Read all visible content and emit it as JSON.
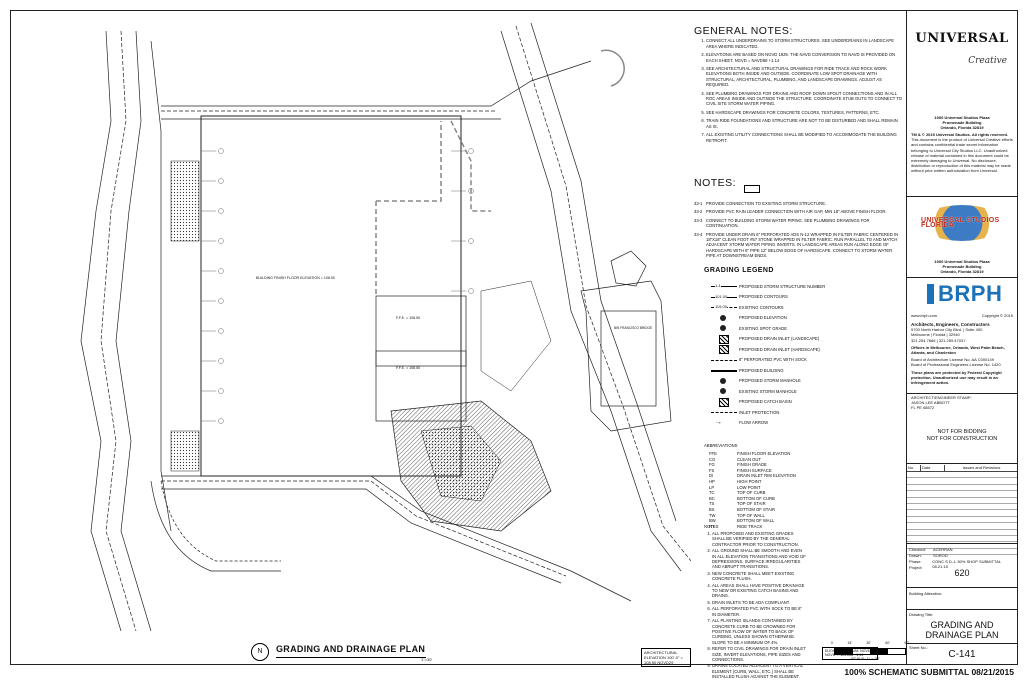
{
  "general_notes": {
    "title": "GENERAL NOTES:",
    "items": [
      "CONNECT ALL UNDERDRAINS TO STORM STRUCTURES. SEE UNDERDRAINS IN LANDSCAPE AREA WHERE INDICATED.",
      "ELEVATIONS ARE BASED ON NGVD 1929. THE NAVD CONVERSION TO NAVD IS PROVIDED ON EACH SHEET. NGVD = NAVD88 +1.14",
      "SEE ARCHITECTURAL AND STRUCTURAL DRAWINGS FOR RIDE TRACK AND ROCK WORK ELEVATIONS BOTH INSIDE AND OUTSIDE. COORDINATE LOW SPOT DRAINAGE WITH STRUCTURAL, ARCHITECTURAL, PLUMBING, AND LANDSCAPE DRAWINGS. ADJUST AS REQUIRED.",
      "SEE PLUMBING DRAWINGS FOR DRAINS AND ROOF DOWN SPOUT CONNECTIONS AND IN ALL ROC AREAS INSIDE AND OUTSIDE THE STRUCTURE. COORDINATE STUB OUTS TO CONNECT TO CIVIL SITE STORM WATER PIPING.",
      "SEE HARDSCAPE DRAWINGS FOR CONCRETE COLORS, TEXTURES, PATTERNS, ETC.",
      "TRAIN RIDE FOUNDATIONS AND STRUCTURE ARE NOT TO BE DISTURBED AND SHALL REMAIN AS IS.",
      "ALL EXISTING UTILITY CONNECTIONS SHALL BE MODIFIED TO ACCOMMODATE THE BUILDING RETROFIT."
    ]
  },
  "notes": {
    "title": "NOTES:",
    "items": [
      {
        "code": "33-1",
        "text": "PROVIDE CONNECTION TO EXISTING STORM STRUCTURE."
      },
      {
        "code": "33-2",
        "text": "PROVIDE PVC RAIN LEADER CONNECTION WITH AIR GAP, MIN 18\" ABOVE FINISH FLOOR."
      },
      {
        "code": "33-3",
        "text": "CONNECT TO BUILDING STORM WATER PIPING. SEE PLUMBING DRAWINGS FOR CONTINUATION."
      },
      {
        "code": "33-4",
        "text": "PROVIDE UNDER DRAIN 6\" PERFORATED ADS N-12 WRAPPED IN FILTER FABRIC CENTERED IN 18\"X18\" CLEAN FOOT #57 STONE WRAPPED IN FILTER FABRIC. RUN PARALLEL TO AND MATCH ADJACENT STORM WATER PIPING INVERTS. IN LANDSCAPE AREAS RUN ALONG EDGE OF HARDSCAPE WITH 6\" PIPE 12\" BELOW EDGE OF HARDSCAPE. CONNECT TO STORM WATER PIPE AT DOWNSTREAM ENDS."
      }
    ]
  },
  "grading_legend": {
    "title": "GRADING LEGEND",
    "items": [
      {
        "sym": "1-1",
        "label": "PROPOSED STORM STRUCTURE NUMBER"
      },
      {
        "sym": "101.00",
        "label": "PROPOSED CONTOURS"
      },
      {
        "sym": "119.00",
        "label": "EXISTING CONTOURS"
      },
      {
        "sym": "",
        "label": "PROPOSED ELEVATION"
      },
      {
        "sym": "",
        "label": "EXISTING SPOT GRADE"
      },
      {
        "sym": "",
        "label": "PROPOSED DRAIN INLET (LANDSCAPE)"
      },
      {
        "sym": "",
        "label": "PROPOSED DRAIN INLET (HARDSCAPE)"
      },
      {
        "sym": "",
        "label": "6\" PERFORATED PVC WITH SOCK"
      },
      {
        "sym": "",
        "label": "PROPOSED BUILDING"
      },
      {
        "sym": "",
        "label": "PROPOSED STORM MANHOLE"
      },
      {
        "sym": "",
        "label": "EXISTING STORM MANHOLE"
      },
      {
        "sym": "",
        "label": "PROPOSED CATCH BASIN"
      },
      {
        "sym": "",
        "label": "INLET PROTECTION"
      },
      {
        "sym": "",
        "label": "FLOW ARROW"
      }
    ]
  },
  "abbreviations": {
    "title": "ABBREVIATIONS",
    "items": [
      {
        "k": "FFE",
        "v": "FINISH FLOOR ELEVATION"
      },
      {
        "k": "CO",
        "v": "CLEAN OUT"
      },
      {
        "k": "FG",
        "v": "FINISH GRADE"
      },
      {
        "k": "FS",
        "v": "FINISH SURFACE"
      },
      {
        "k": "DI",
        "v": "DRAIN INLET RIM ELEVATION"
      },
      {
        "k": "HP",
        "v": "HIGH POINT"
      },
      {
        "k": "LP",
        "v": "LOW POINT"
      },
      {
        "k": "TC",
        "v": "TOP OF CURB"
      },
      {
        "k": "BC",
        "v": "BOTTOM OF CURB"
      },
      {
        "k": "TS",
        "v": "TOP OF STAIR"
      },
      {
        "k": "BS",
        "v": "BOTTOM OF STAIR"
      },
      {
        "k": "TW",
        "v": "TOP OF WALL"
      },
      {
        "k": "BW",
        "v": "BOTTOM OF WALL"
      },
      {
        "k": "RT",
        "v": "RIDE TRACK"
      }
    ]
  },
  "notes2": {
    "title": "NOTES",
    "items": [
      "ALL PROPOSED AND EXISTING GRADES SHALL BE VERIFIED BY THE GENERAL CONTRACTOR PRIOR TO CONSTRUCTION.",
      "ALL GROUND SHALL BE SMOOTH AND EVEN IN ALL ELEVATION TRANSITIONS AND VOID OF DEPRESSIONS. SURFACE IRREGULARITIES AND ABRUPT TRANSITIONS.",
      "NEW CONCRETE SHALL MEET EXISTING CONCRETE FLUSH.",
      "ALL AREAS SHALL HAVE POSITIVE DRAINAGE TO NEW OR EXISTING CATCH BASINS AND DRAINS.",
      "DRAIN INLETS TO BE ADA COMPLIANT.",
      "ALL PERFORATED PVC WITH SOCK TO BE 6\" IN DIAMETER.",
      "ALL PLANTING ISLANDS CONTAINED BY CONCRETE CURB TO BE CROWNED FOR POSITIVE FLOW OF WATER TO BACK OF CURBING, UNLESS SHOWN OTHERWISE. SLOPE TO BE A MINIMUM OF 4%.",
      "REFER TO CIVIL DRAWINGS FOR DRAIN INLET SIZE, INVERT ELEVATIONS, PIPE SIZES AND CONNECTIONS.",
      "DRAINS LOCATED ADJACENT TO A VERTICAL ELEMENT (CURB, WALL, ETC.) SHALL BE INSTALLED FLUSH AGAINST THE ELEMENT."
    ]
  },
  "plan": {
    "title": "GRADING AND DRAINAGE PLAN",
    "scale": "1\"=30'",
    "north_label": "N",
    "elevation_note": "ARCHITECTURAL ELEVATION 100'-0\" = 108.50 NGVD29",
    "datum_note": "ELEVATION DATUM: NGVD29\nNGVD = NAVD88 +1.14",
    "building_label": "BUILDING FINISH FLOOR ELEVATION = 108.50",
    "ffe1": "F.F.E. = 108.50",
    "ffe2": "F.F.E. = 108.50",
    "structure_label": "BIN FRANCISCO BRIDGE"
  },
  "scale_bar": {
    "label": "SCALE: 1\" = 30'",
    "nums": [
      "0",
      "15'",
      "30'",
      "60'",
      "90'"
    ]
  },
  "title_block": {
    "brand1": "UNIVERSAL",
    "brand1_sub": "Creative",
    "address1": "1000 Universal Studios Plaza\nPromenade Building\nOrlando, Florida 32819",
    "legal_bold": "TM & © 2015 Universal Studios. All rights reserved.",
    "legal": "This document is the product of Universal Creative efforts and contains confidential trade secret information belonging to Universal City Studios LLC. Unauthorized release of material contained in this document could be extremely damaging to Universal. No disclosure, distribution or reproduction of this material may be made without prior written authorization from Universal.",
    "brand2": "UNIVERSAL STUDIOS FLORIDA",
    "address2": "1000 Universal Studios Plaza\nPromenade Building\nOrlando, Florida 32819",
    "firm_logo": "BRPH",
    "website": "www.brph.com",
    "copyright": "Copyright © 2015",
    "firm_name": "Architects, Engineers, Constructors",
    "firm_address": "5700 North Harbor City Blvd. | Suite 400\nMelbourne | Florida | 32940\n321.254.7666 | 321.259.4703 f",
    "offices": "Offices in Melbourne, Orlando, West Palm Beach, Atlanta, and Charleston",
    "license": "Board of Architecture License No. AA C000149\nBoard of Professional Engineers License No. 1420",
    "protect": "These plans are protected by Federal Copyright protection. Unauthorized use may result in an infringement action.",
    "stamp": "ARCHITECT/ENGINEER STAMP:\nJASON LEE ABBOTT\nFL PE 68572",
    "not_for": "NOT FOR BIDDING\nNOT FOR CONSTRUCTION",
    "rev_headers": [
      "No.",
      "Date",
      "Issues and Revisions"
    ],
    "checked": {
      "k": "Checked:",
      "v": "ACERRAN"
    },
    "drawn": {
      "k": "Drawn:",
      "v": "SOROD"
    },
    "phase": {
      "k": "Phase:",
      "v": "CONC S.D.-L 50% SHOP SUBMITTAL 08.21.15"
    },
    "date": {
      "k": "Date:",
      "v": "08/21/15"
    },
    "project_label": "Project:",
    "project_no": "620",
    "building_label": "Building Alteration:",
    "drawing_title_label": "Drawing Title:",
    "drawing_title": "GRADING AND\nDRAINAGE PLAN",
    "sheet_no_label": "Sheet No.:",
    "sheet_no": "C-141"
  },
  "footer": "100% SCHEMATIC SUBMITTAL 08/21/2015"
}
